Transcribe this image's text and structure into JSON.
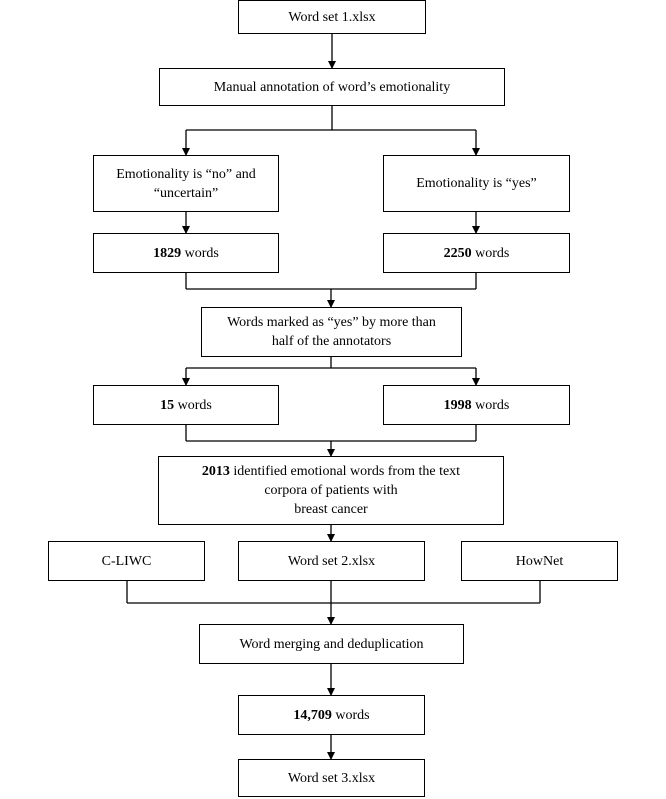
{
  "nodes": {
    "word_set_1": {
      "label": "Word set 1.xlsx"
    },
    "manual_annotation": {
      "label": "Manual annotation of word’s emotionality"
    },
    "emotionality_no": {
      "line1": "Emotionality is “no” and",
      "line2": "“uncertain”"
    },
    "emotionality_yes": {
      "label": "Emotionality is “yes”"
    },
    "words_1829": {
      "number": "1829",
      "suffix": " words"
    },
    "words_2250": {
      "number": "2250",
      "suffix": " words"
    },
    "words_marked_yes": {
      "line1": "Words marked as “yes” by more than",
      "line2": "half of the annotators"
    },
    "words_15": {
      "number": "15",
      "suffix": " words"
    },
    "words_1998": {
      "number": "1998",
      "suffix": " words"
    },
    "identified_emotional": {
      "number": "2013",
      "line1_rest": " identified emotional words from the text",
      "line2": "corpora of patients with",
      "line3": "breast cancer"
    },
    "c_liwc": {
      "label": "C-LIWC"
    },
    "word_set_2": {
      "label": "Word set 2.xlsx"
    },
    "hownet": {
      "label": "HowNet"
    },
    "merging": {
      "label": "Word merging and deduplication"
    },
    "words_14709": {
      "number": "14,709",
      "suffix": " words"
    },
    "word_set_3": {
      "label": "Word set 3.xlsx"
    }
  }
}
